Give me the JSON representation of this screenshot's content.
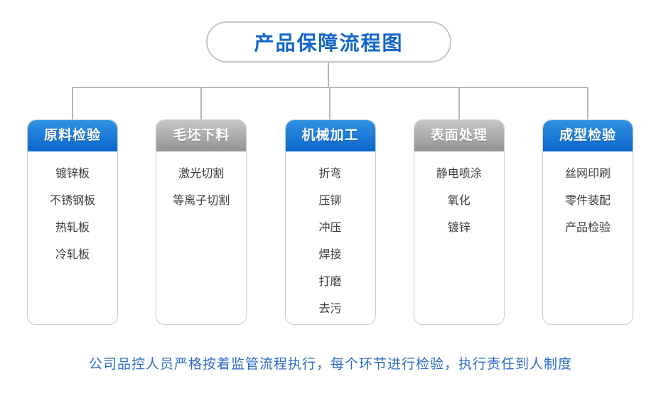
{
  "title": {
    "text": "产品保障流程图"
  },
  "footer": {
    "text": "公司品控人员严格按着监管流程执行，每个环节进行检验，执行责任到人制度"
  },
  "colors": {
    "title_text": "#1266c8",
    "blue_header_top": "#2f92e4",
    "blue_header_bottom": "#0b66cc",
    "gray_header_top": "#c6c6c6",
    "gray_header_bottom": "#939393",
    "connector": "#b8b8b8",
    "card_border": "#cccccc",
    "item_text": "#3c3c3c",
    "footer_text": "#2e6cc4"
  },
  "columns": [
    {
      "header": "原料检验",
      "color": "blue",
      "items": [
        "镀锌板",
        "不锈钢板",
        "热轧板",
        "冷轧板"
      ]
    },
    {
      "header": "毛坯下料",
      "color": "gray",
      "items": [
        "激光切割",
        "等离子切割"
      ]
    },
    {
      "header": "机械加工",
      "color": "blue",
      "items": [
        "折弯",
        "压铆",
        "冲压",
        "焊接",
        "打磨",
        "去污"
      ]
    },
    {
      "header": "表面处理",
      "color": "gray",
      "items": [
        "静电喷涂",
        "氧化",
        "镀锌"
      ]
    },
    {
      "header": "成型检验",
      "color": "blue",
      "items": [
        "丝网印刷",
        "零件装配",
        "产品检验"
      ]
    }
  ]
}
